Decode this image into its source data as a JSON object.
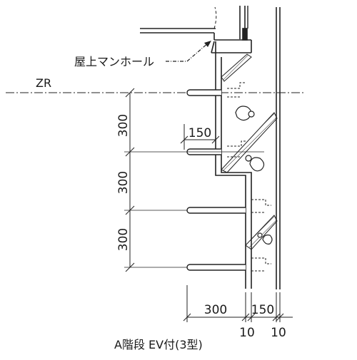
{
  "labels": {
    "manhole": "屋上マンホール",
    "zr": "ZR",
    "caption": "A階段 EV付(3型)"
  },
  "dimensions": {
    "rung_spacing_1": "300",
    "rung_spacing_2": "300",
    "rung_spacing_3": "300",
    "offset_150": "150",
    "bottom_300": "300",
    "bottom_150": "150",
    "bottom_10_a": "10",
    "bottom_10_b": "10"
  }
}
